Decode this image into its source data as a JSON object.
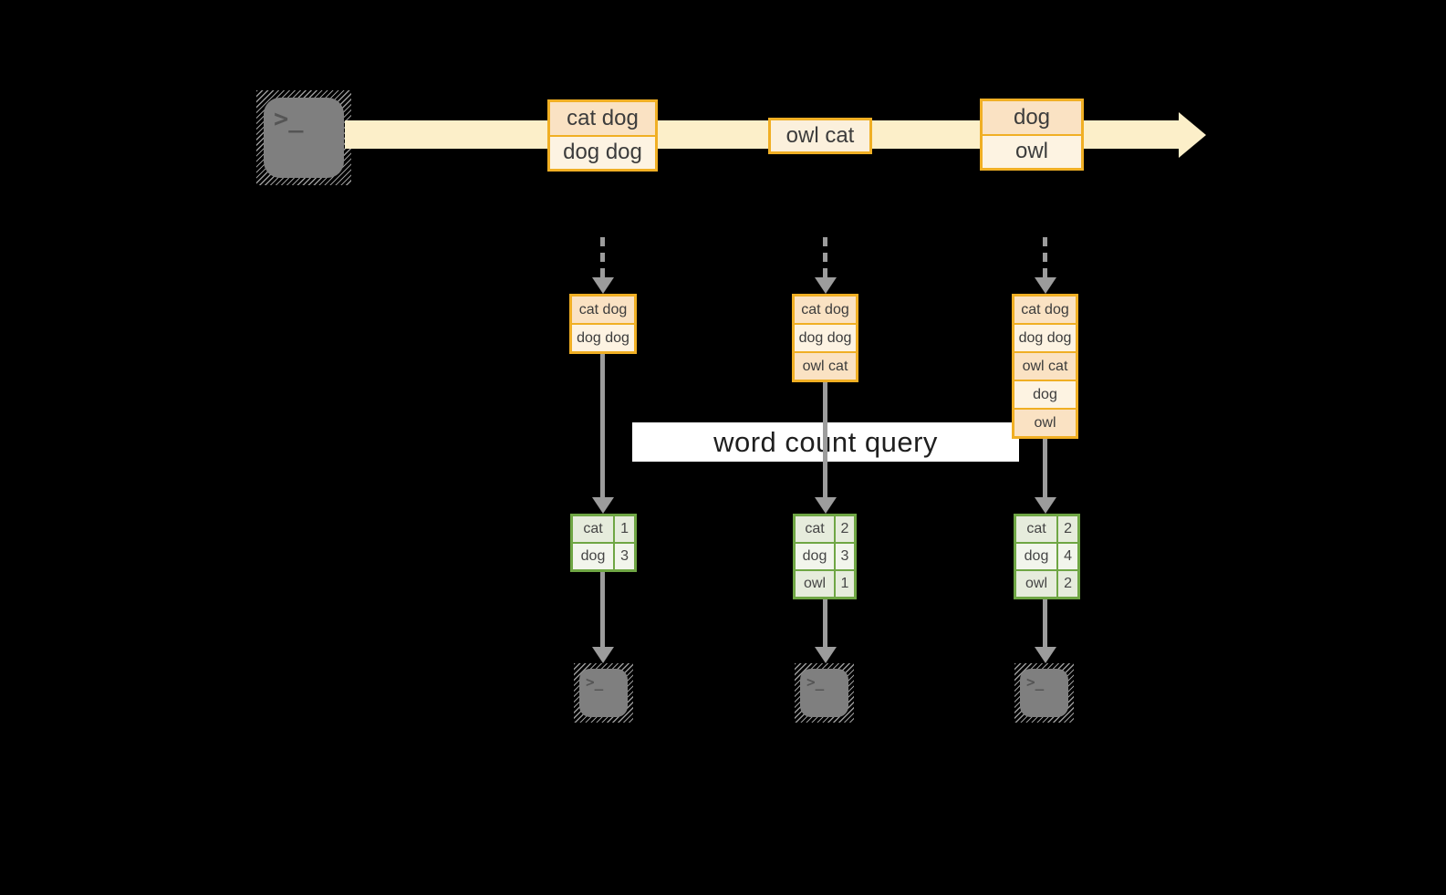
{
  "banner_label": "word count query",
  "icons": {
    "prompt": ">_"
  },
  "stream_events": [
    {
      "records": [
        "cat dog",
        "dog dog"
      ]
    },
    {
      "records": [
        "owl cat"
      ]
    },
    {
      "records": [
        "dog",
        "owl"
      ]
    }
  ],
  "windows": [
    {
      "buffer": [
        "cat dog",
        "dog dog"
      ],
      "counts": [
        {
          "word": "cat",
          "count": "1"
        },
        {
          "word": "dog",
          "count": "3"
        }
      ]
    },
    {
      "buffer": [
        "cat dog",
        "dog dog",
        "owl cat"
      ],
      "counts": [
        {
          "word": "cat",
          "count": "2"
        },
        {
          "word": "dog",
          "count": "3"
        },
        {
          "word": "owl",
          "count": "1"
        }
      ]
    },
    {
      "buffer": [
        "cat dog",
        "dog dog",
        "owl cat",
        "dog",
        "owl"
      ],
      "counts": [
        {
          "word": "cat",
          "count": "2"
        },
        {
          "word": "dog",
          "count": "4"
        },
        {
          "word": "owl",
          "count": "2"
        }
      ]
    }
  ],
  "colors": {
    "background": "#000000",
    "stream_fill": "#FCEFC9",
    "record_border": "#F0AF24",
    "record_fill_dark": "#FAE2C3",
    "record_fill_light": "#FDF3E2",
    "table_border": "#6FA644",
    "table_row_dark": "#E6ECDC",
    "table_row_light": "#F2F5EC",
    "arrow_gray": "#9C9C9C",
    "terminal_gray": "#7F7F7F",
    "banner_background": "#FFFFFF"
  }
}
